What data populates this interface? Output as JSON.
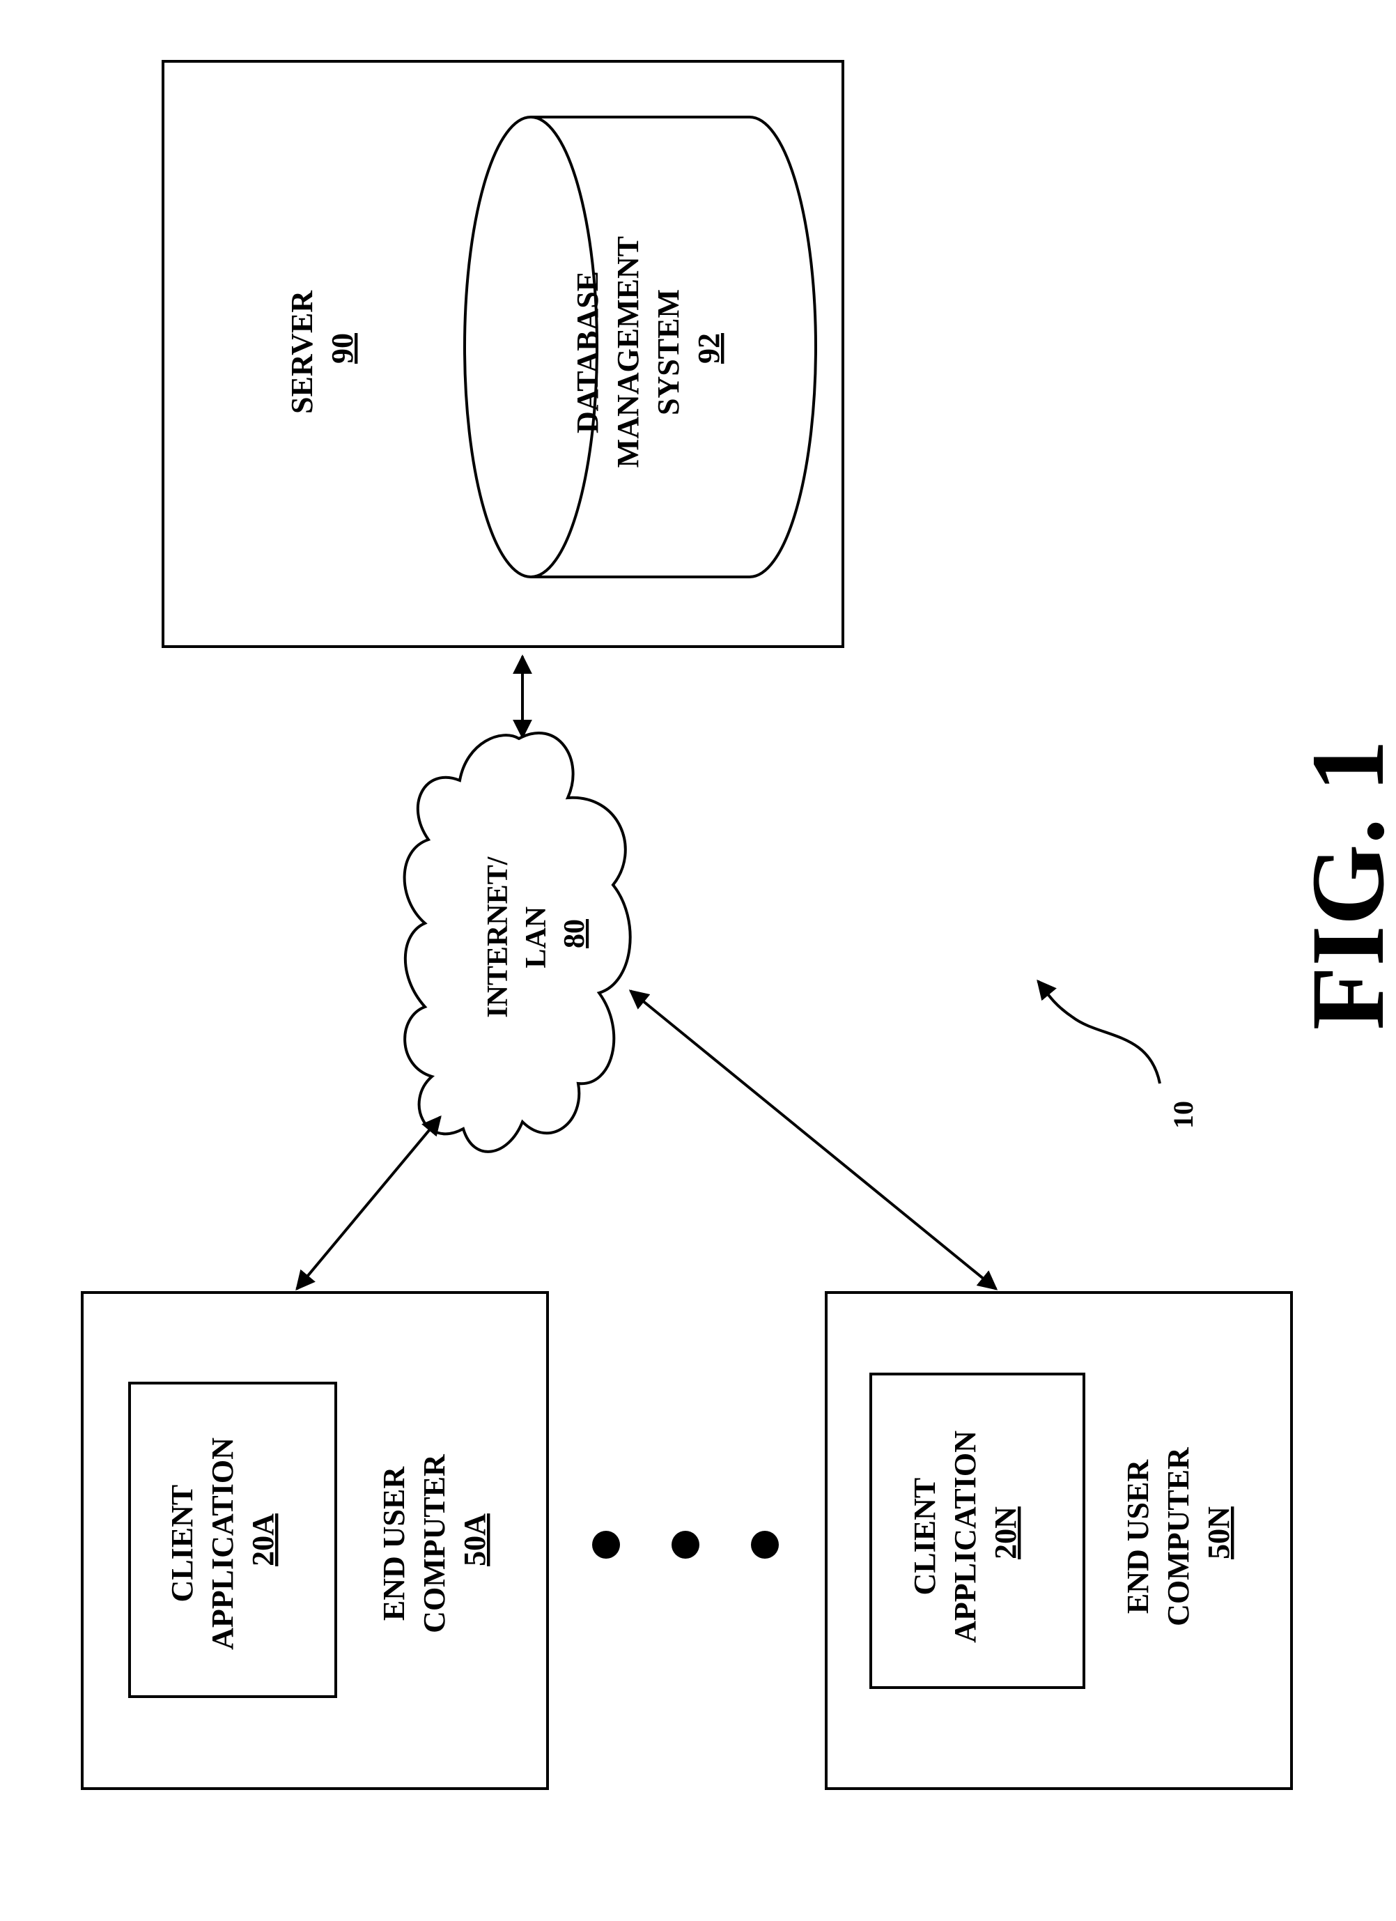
{
  "figure_label": "FIG. 1",
  "system_ref": "10",
  "server": {
    "title": "SERVER",
    "ref": "90"
  },
  "dbms": {
    "line1": "DATABASE",
    "line2": "MANAGEMENT",
    "line3": "SYSTEM",
    "ref": "92"
  },
  "network": {
    "line1": "INTERNET/",
    "line2": "LAN",
    "ref": "80"
  },
  "computer_a": {
    "line1": "END USER",
    "line2": "COMPUTER",
    "ref": "50A",
    "app": {
      "line1": "CLIENT",
      "line2": "APPLICATION",
      "ref": "20A"
    }
  },
  "computer_n": {
    "line1": "END USER",
    "line2": "COMPUTER",
    "ref": "50N",
    "app": {
      "line1": "CLIENT",
      "line2": "APPLICATION",
      "ref": "20N"
    }
  }
}
